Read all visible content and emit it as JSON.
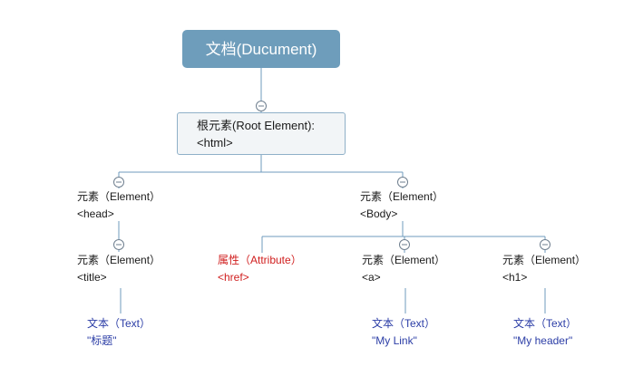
{
  "document": {
    "label": "文档(Ducument)"
  },
  "root": {
    "line1": "根元素(Root Element):",
    "line2": "<html>"
  },
  "head": {
    "line1": "元素（Element）",
    "line2": "<head>"
  },
  "body": {
    "line1": "元素（Element）",
    "line2": "<Body>"
  },
  "title": {
    "line1": "元素（Element）",
    "line2": "<title>"
  },
  "title_text": {
    "line1": "文本（Text）",
    "line2": "\"标题\""
  },
  "href": {
    "line1": "属性（Attribute）",
    "line2": "<href>"
  },
  "a": {
    "line1": "元素（Element）",
    "line2": "<a>"
  },
  "a_text": {
    "line1": "文本（Text）",
    "line2": "\"My Link\""
  },
  "h1": {
    "line1": "元素（Element）",
    "line2": "<h1>"
  },
  "h1_text": {
    "line1": "文本（Text）",
    "line2": "\"My header\""
  },
  "colors": {
    "document_fill": "#6e9dbb",
    "connector": "#6f9bbd",
    "attribute": "#d01e1e",
    "text_node": "#2b3da6"
  }
}
